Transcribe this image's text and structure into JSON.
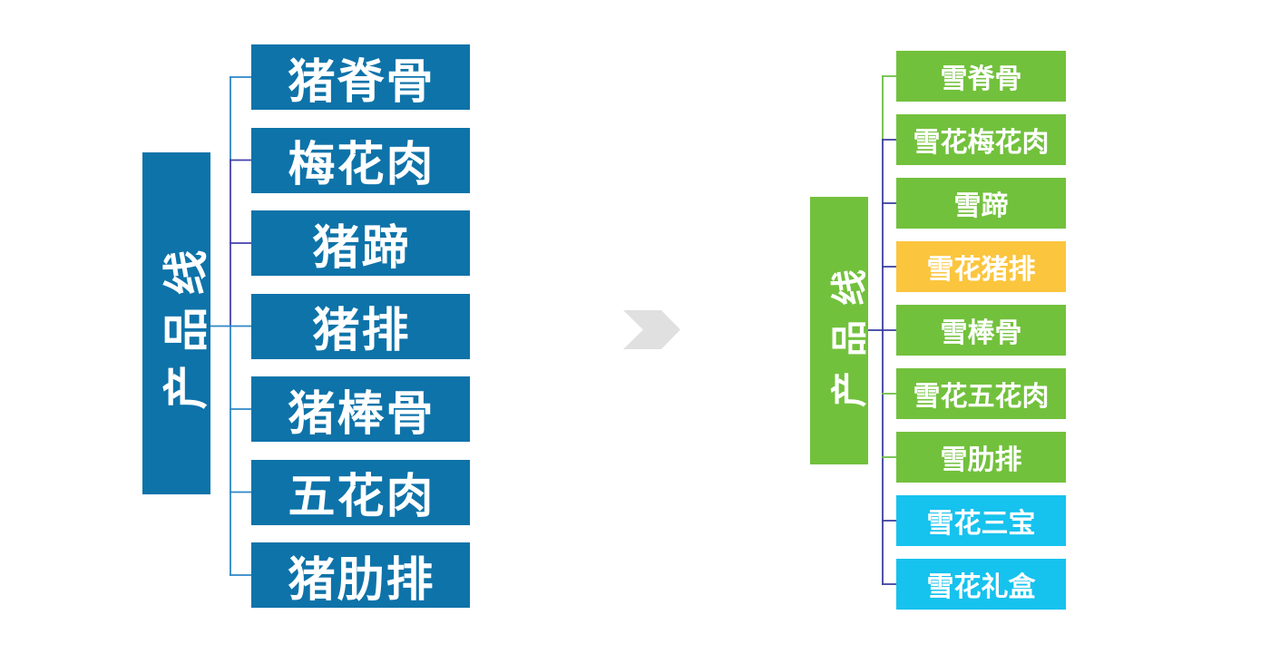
{
  "slide": {
    "background": "#ffffff"
  },
  "left_diagram": {
    "root_label": "产品线",
    "root_color": "#0E73A9",
    "item_color": "#0E73A9",
    "text_color": "#ffffff",
    "connector_colors": {
      "blue": "#2E86C6",
      "purple": "#4340A8"
    },
    "items": [
      {
        "label": "猪脊骨"
      },
      {
        "label": "梅花肉"
      },
      {
        "label": "猪蹄"
      },
      {
        "label": "猪排"
      },
      {
        "label": "猪棒骨"
      },
      {
        "label": "五花肉"
      },
      {
        "label": "猪肋排"
      }
    ],
    "stub_colors": [
      "blue",
      "purple",
      "purple",
      "blue",
      "blue",
      "blue",
      "blue"
    ],
    "trunk_segments": [
      {
        "from": 0,
        "to": 1,
        "color": "blue"
      },
      {
        "from": 1,
        "to": 3,
        "color": "purple"
      },
      {
        "from": 3,
        "to": 6,
        "color": "blue"
      }
    ],
    "root_stub_color": "blue"
  },
  "arrow": {
    "name": "right-chevron",
    "color": "#E0E0E0"
  },
  "right_diagram": {
    "root_label": "产品线",
    "root_color": "#72C13C",
    "text_color": "#ffffff",
    "palette": {
      "green": "#72C13C",
      "yellow": "#FBC53E",
      "cyan": "#16C2EE"
    },
    "connector_colors": {
      "green": "#6CBE44",
      "navy": "#3A3F9E"
    },
    "items": [
      {
        "label": "雪脊骨",
        "variant": "green"
      },
      {
        "label": "雪花梅花肉",
        "variant": "green"
      },
      {
        "label": "雪蹄",
        "variant": "green"
      },
      {
        "label": "雪花猪排",
        "variant": "yellow"
      },
      {
        "label": "雪棒骨",
        "variant": "green"
      },
      {
        "label": "雪花五花肉",
        "variant": "green"
      },
      {
        "label": "雪肋排",
        "variant": "green"
      },
      {
        "label": "雪花三宝",
        "variant": "cyan"
      },
      {
        "label": "雪花礼盒",
        "variant": "cyan"
      }
    ],
    "stub_colors": [
      "green",
      "navy",
      "navy",
      "navy",
      "navy",
      "green",
      "green",
      "navy",
      "navy"
    ],
    "trunk_segments": [
      {
        "from": 0,
        "to": 1,
        "color": "green"
      },
      {
        "from": 1,
        "to": 8,
        "color": "navy"
      }
    ],
    "root_stub_color": "navy"
  }
}
